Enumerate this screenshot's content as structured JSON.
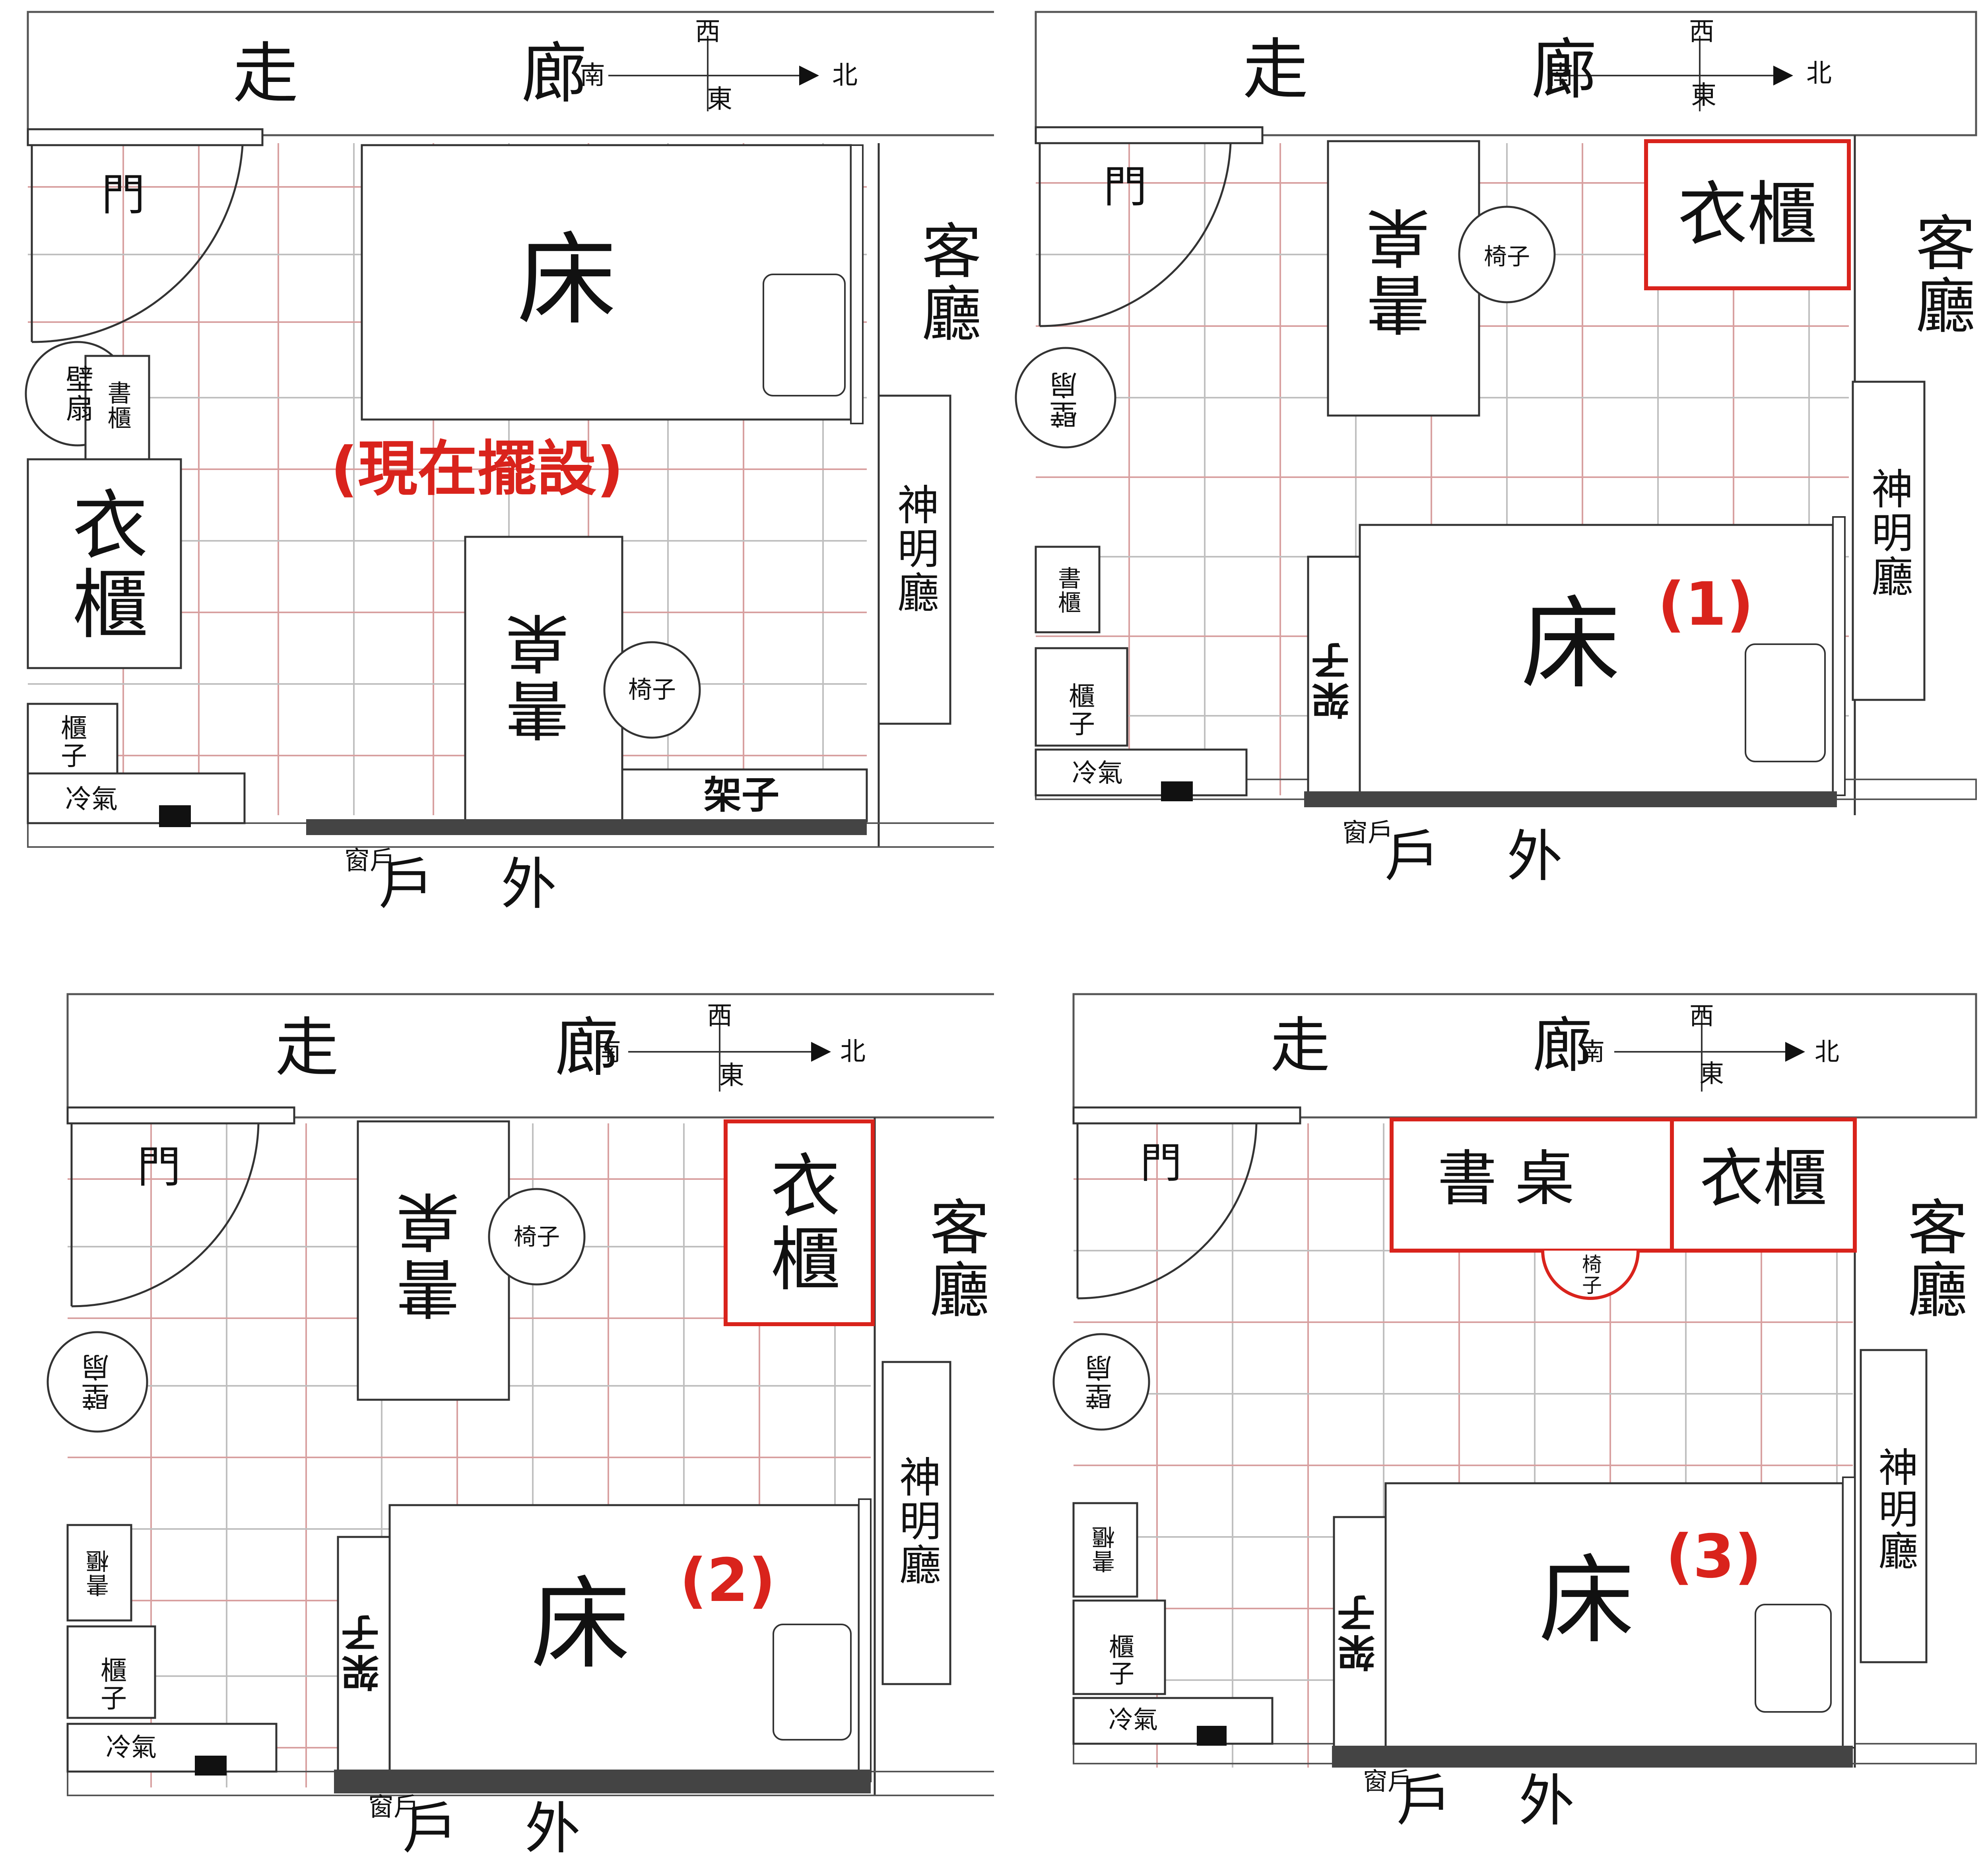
{
  "labels": {
    "corridor": "走　廊",
    "compass_west": "西",
    "compass_south": "南",
    "compass_east": "東",
    "compass_north": "北",
    "door": "門",
    "bed": "床",
    "wardrobe": "衣櫃",
    "desk": "書桌",
    "chair": "椅子",
    "bookshelf": "書櫃",
    "wall_fan": "壁扇",
    "cabinet": "櫃子",
    "air_conditioner": "冷氣",
    "rack": "架子",
    "window": "窗戶",
    "outdoor": "戶外",
    "living_room": "客廳",
    "shrine_room": "神明廳"
  },
  "plans": {
    "current": {
      "tag": "(現在擺設)"
    },
    "option1": {
      "tag": "(1)"
    },
    "option2": {
      "tag": "(2)"
    },
    "option3": {
      "tag": "(3)"
    }
  },
  "colors": {
    "highlight": "#d9231c",
    "grid_red": "#d8a0a0",
    "grid_gray": "#bfbfbf",
    "window_bar": "#444444"
  }
}
